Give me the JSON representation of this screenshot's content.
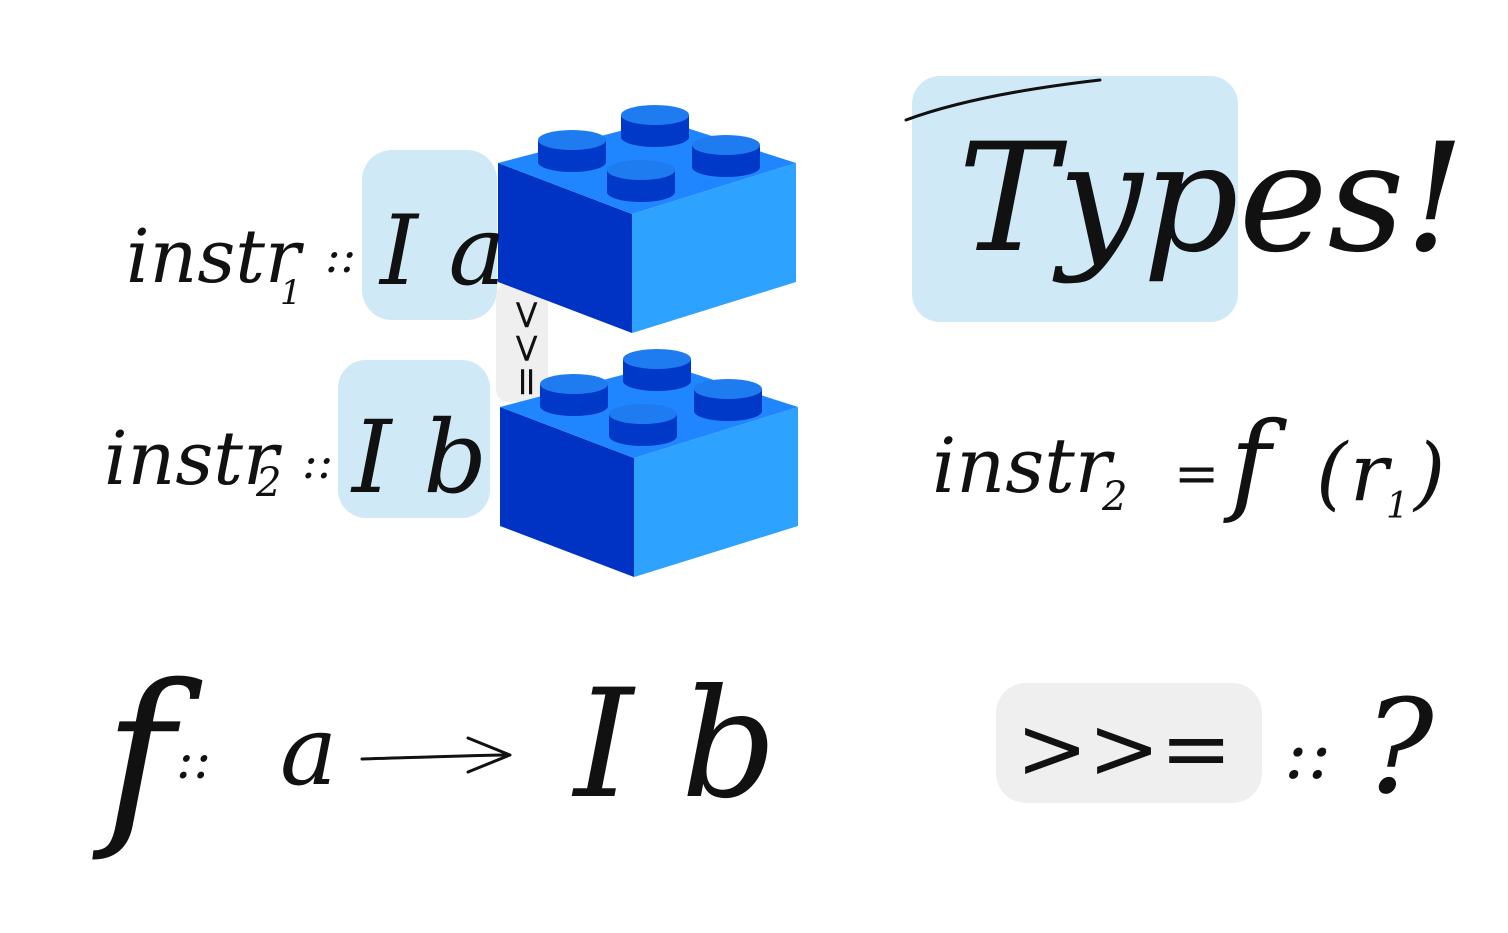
{
  "colors": {
    "highlight_blue": "#cfe9f7",
    "highlight_gray": "#efefef",
    "ink": "#111111",
    "brick_front_dark": "#0033c4",
    "brick_side_light": "#2ea2ff",
    "brick_top": "#1f86ff",
    "stud_top": "#1e7cf0",
    "stud_side": "#0038c8"
  },
  "title": {
    "text": "Types!"
  },
  "line1": {
    "name": "instr",
    "subscript": "1",
    "op": "::",
    "type": "I a"
  },
  "line2": {
    "name": "instr",
    "subscript": "2",
    "op": "::",
    "type": "I b"
  },
  "bind_operator": {
    "text": ">>="
  },
  "equation": {
    "lhs_name": "instr",
    "lhs_sub": "2",
    "eq": "=",
    "func": "f",
    "arg": "r",
    "arg_sub": "1"
  },
  "signature": {
    "func": "f",
    "op": "::",
    "arg_type": "a",
    "ret_type": "I b"
  },
  "question": {
    "op": ">>=",
    "sep": "::",
    "mark": "?"
  },
  "icons": {
    "brick_top": "lego-brick-icon",
    "brick_bottom": "lego-brick-icon"
  }
}
